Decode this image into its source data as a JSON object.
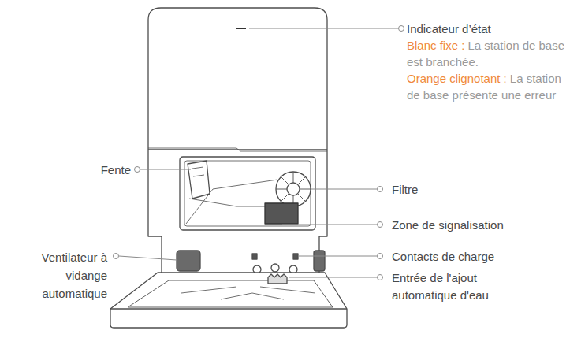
{
  "diagram": {
    "labels": [
      "Indicateur d’état",
      "Blanc fixe :",
      "La station de base est branchée.",
      "Orange clignotant :",
      "La station de base présente une erreur",
      "Fente",
      "Filtre",
      "Zone de signalisation",
      "Contacts de charge",
      "Ventilateur à vidange automatique",
      "Entrée de l'ajout automatique d'eau"
    ]
  }
}
